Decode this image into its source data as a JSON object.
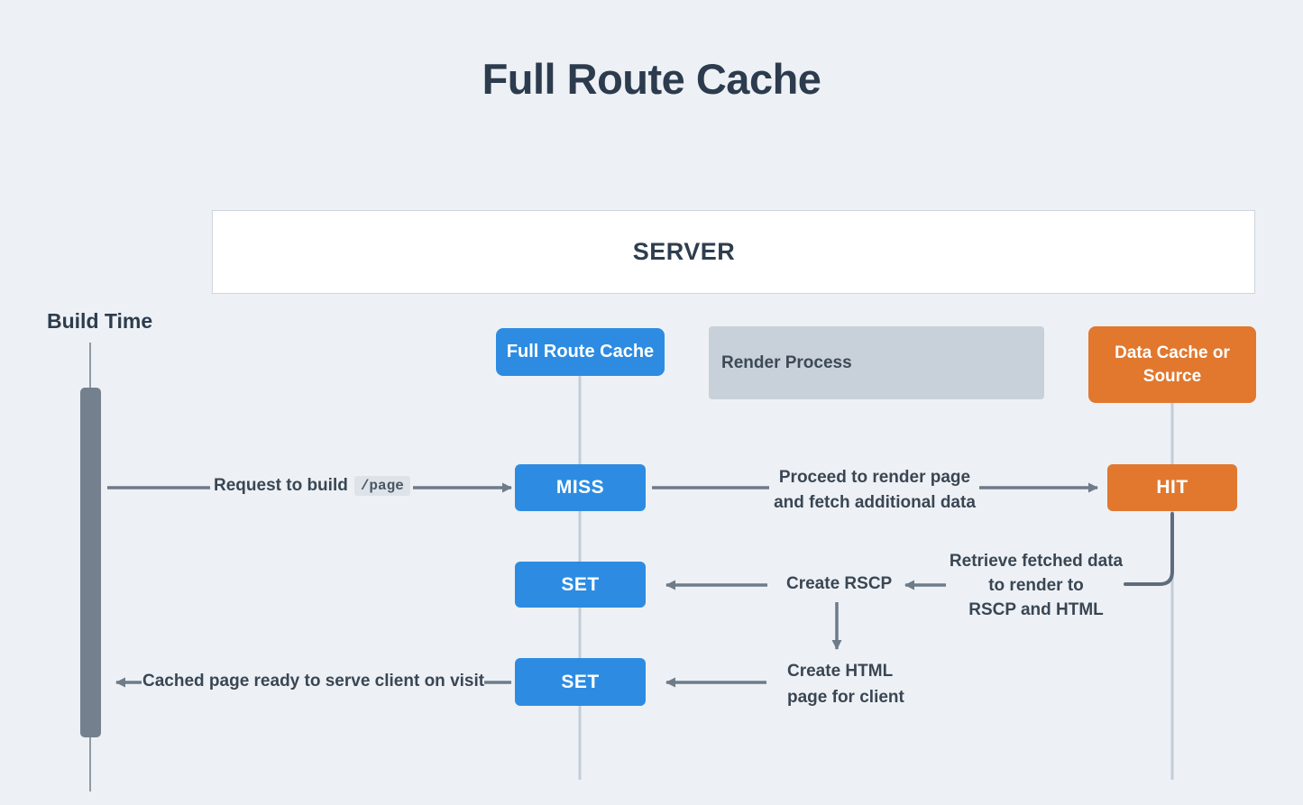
{
  "title": "Full Route Cache",
  "server": {
    "label": "SERVER"
  },
  "build_time": {
    "label": "Build Time"
  },
  "actors": [
    {
      "id": "full-route-cache",
      "label": "Full Route Cache",
      "color": "#2d8ce2"
    },
    {
      "id": "render-process",
      "label": "Render Process",
      "color": "#c8d1da"
    },
    {
      "id": "data-cache-or-source",
      "label": "Data Cache or Source",
      "color": "#e1782e"
    }
  ],
  "nodes": {
    "miss": "MISS",
    "hit": "HIT",
    "set1": "SET",
    "set2": "SET"
  },
  "messages": {
    "request_prefix": "Request to build",
    "request_code": "/page",
    "proceed_line1": "Proceed to render page",
    "proceed_line2": "and fetch additional data",
    "retrieve_line1": "Retrieve fetched data",
    "retrieve_line2": "to render to",
    "retrieve_line3": "RSCP and HTML",
    "create_rscp": "Create RSCP",
    "create_html_line1": "Create HTML",
    "create_html_line2": "page for client",
    "cached": "Cached page ready to serve client on visit"
  },
  "colors": {
    "background": "#edf1f5",
    "title_text": "#2c3b4d",
    "label_text": "#3a4653",
    "blue_accent": "#2d8ce2",
    "orange_accent": "#e1782e",
    "render_box": "#c8d1da",
    "arrow": "#6e7b89",
    "elbow": "#5f6c7a",
    "lifeline": "#c3cdd7",
    "build_bar": "#75808e",
    "server_border": "#ccd5dd",
    "code_chip_bg": "#dde3e9"
  }
}
